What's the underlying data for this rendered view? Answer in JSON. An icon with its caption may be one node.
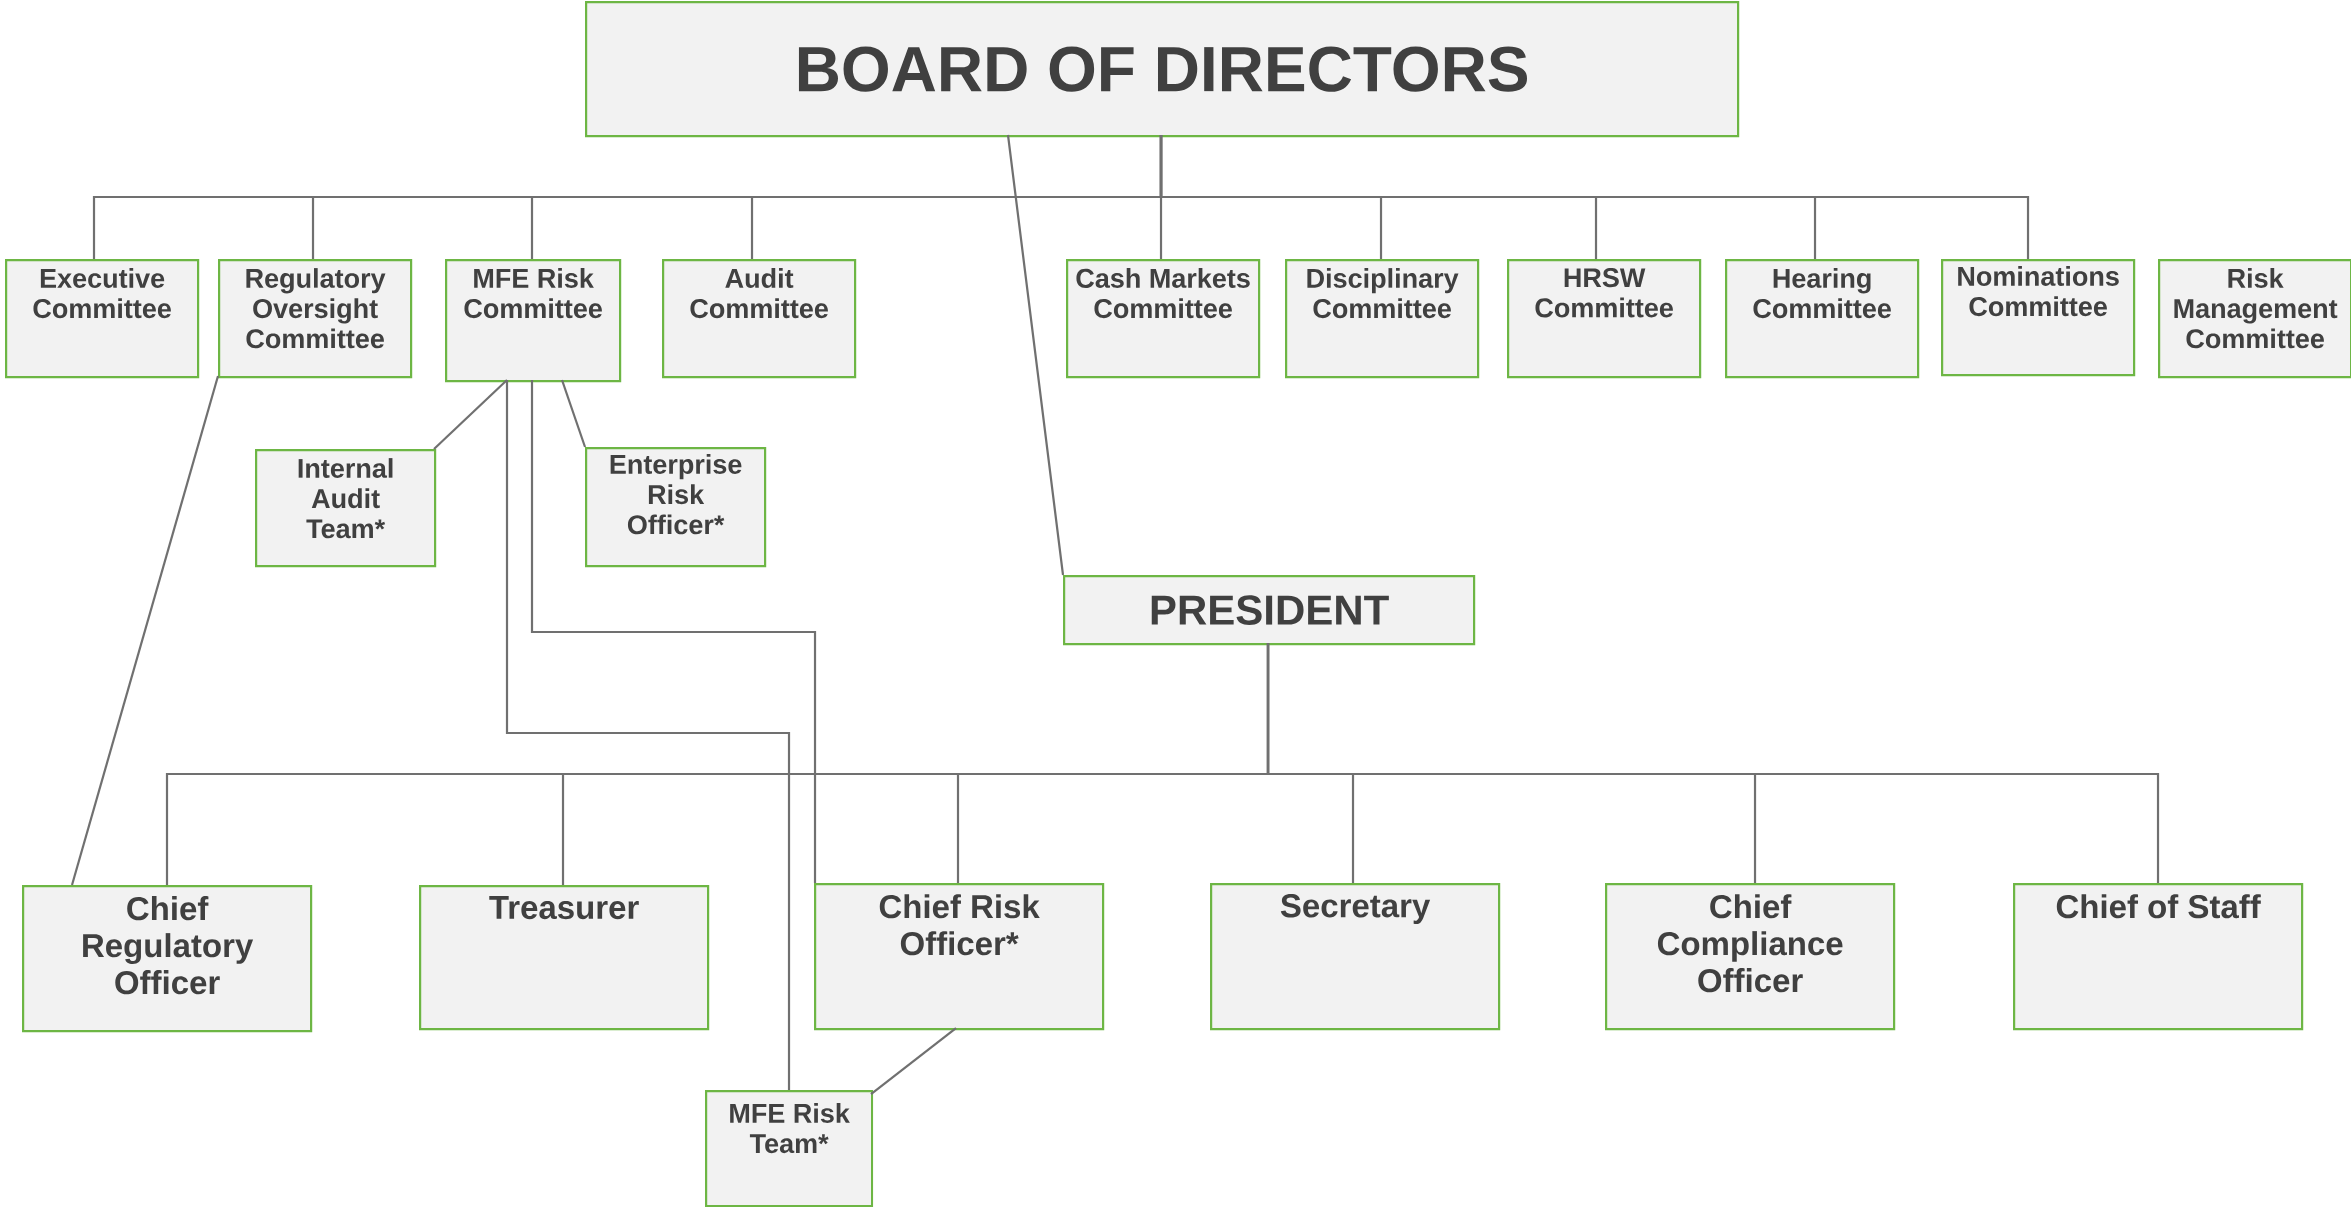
{
  "diagram": {
    "nodes": [
      {
        "text": [
          "BOARD OF DIRECTORS"
        ]
      },
      {
        "text": [
          "Executive Committee"
        ]
      },
      {
        "text": [
          "Regulatory Oversight Committee"
        ]
      },
      {
        "text": [
          "MFE Risk Committee"
        ]
      },
      {
        "text": [
          "Audit Committee"
        ]
      },
      {
        "text": [
          "Cash Markets Committee"
        ]
      },
      {
        "text": [
          "Disciplinary Committee"
        ]
      },
      {
        "text": [
          "HRSW Committee"
        ]
      },
      {
        "text": [
          "Hearing Committee"
        ]
      },
      {
        "text": [
          "Nominations Committee"
        ]
      },
      {
        "text": [
          "Risk Management Committee"
        ]
      },
      {
        "text": [
          "Internal Audit Team*"
        ]
      },
      {
        "text": [
          "Enterprise Risk Officer*"
        ]
      },
      {
        "text": [
          "PRESIDENT"
        ]
      },
      {
        "text": [
          "Chief Regulatory Officer"
        ]
      },
      {
        "text": [
          "Treasurer"
        ]
      },
      {
        "text": [
          "Chief Risk Officer*"
        ]
      },
      {
        "text": [
          "Secretary"
        ]
      },
      {
        "text": [
          "Chief Compliance Officer"
        ]
      },
      {
        "text": [
          "Chief of Staff"
        ]
      },
      {
        "text": [
          "MFE Risk Team*"
        ]
      }
    ],
    "edges": [
      {
        "from": 0,
        "to": 1,
        "arrow": "none"
      },
      {
        "from": 0,
        "to": 2,
        "arrow": "none"
      },
      {
        "from": 0,
        "to": 3,
        "arrow": "none"
      },
      {
        "from": 0,
        "to": 4,
        "arrow": "none"
      },
      {
        "from": 0,
        "to": 5,
        "arrow": "none"
      },
      {
        "from": 0,
        "to": 6,
        "arrow": "none"
      },
      {
        "from": 0,
        "to": 7,
        "arrow": "none"
      },
      {
        "from": 0,
        "to": 8,
        "arrow": "none"
      },
      {
        "from": 0,
        "to": 9,
        "arrow": "none"
      },
      {
        "from": 0,
        "to": 13,
        "arrow": "none"
      },
      {
        "from": 2,
        "to": 14,
        "arrow": "none"
      },
      {
        "from": 3,
        "to": 11,
        "arrow": "none"
      },
      {
        "from": 3,
        "to": 12,
        "arrow": "none"
      },
      {
        "from": 3,
        "to": 16,
        "arrow": "none"
      },
      {
        "from": 3,
        "to": 20,
        "arrow": "none"
      },
      {
        "from": 13,
        "to": 14,
        "arrow": "none"
      },
      {
        "from": 13,
        "to": 15,
        "arrow": "none"
      },
      {
        "from": 13,
        "to": 16,
        "arrow": "none"
      },
      {
        "from": 13,
        "to": 17,
        "arrow": "none"
      },
      {
        "from": 13,
        "to": 18,
        "arrow": "none"
      },
      {
        "from": 13,
        "to": 19,
        "arrow": "none"
      },
      {
        "from": 16,
        "to": 20,
        "arrow": "none"
      }
    ]
  }
}
